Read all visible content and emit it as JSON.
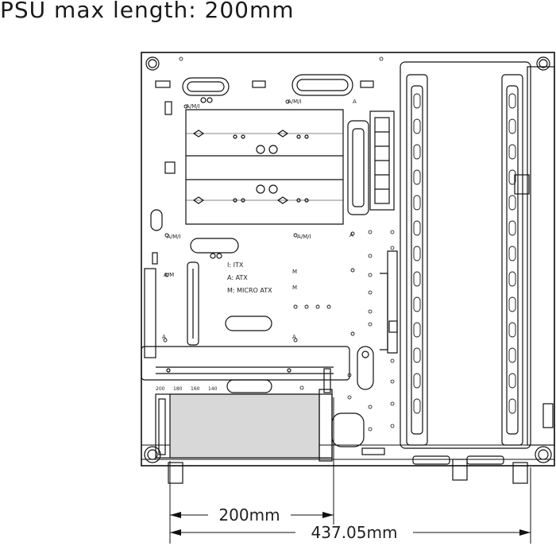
{
  "title": "PSU max length: 200mm",
  "legend": {
    "itx": "I:  ITX",
    "atx": "A:  ATX",
    "matx": "M:  MICRO  ATX"
  },
  "standoff_labels": {
    "aMI": "A/M/I",
    "aM": "A/M",
    "a": "A",
    "m": "M"
  },
  "psu_ruler": [
    "200",
    "180",
    "160",
    "140"
  ],
  "dimensions": {
    "psu": "200mm",
    "overall": "437.05mm"
  }
}
